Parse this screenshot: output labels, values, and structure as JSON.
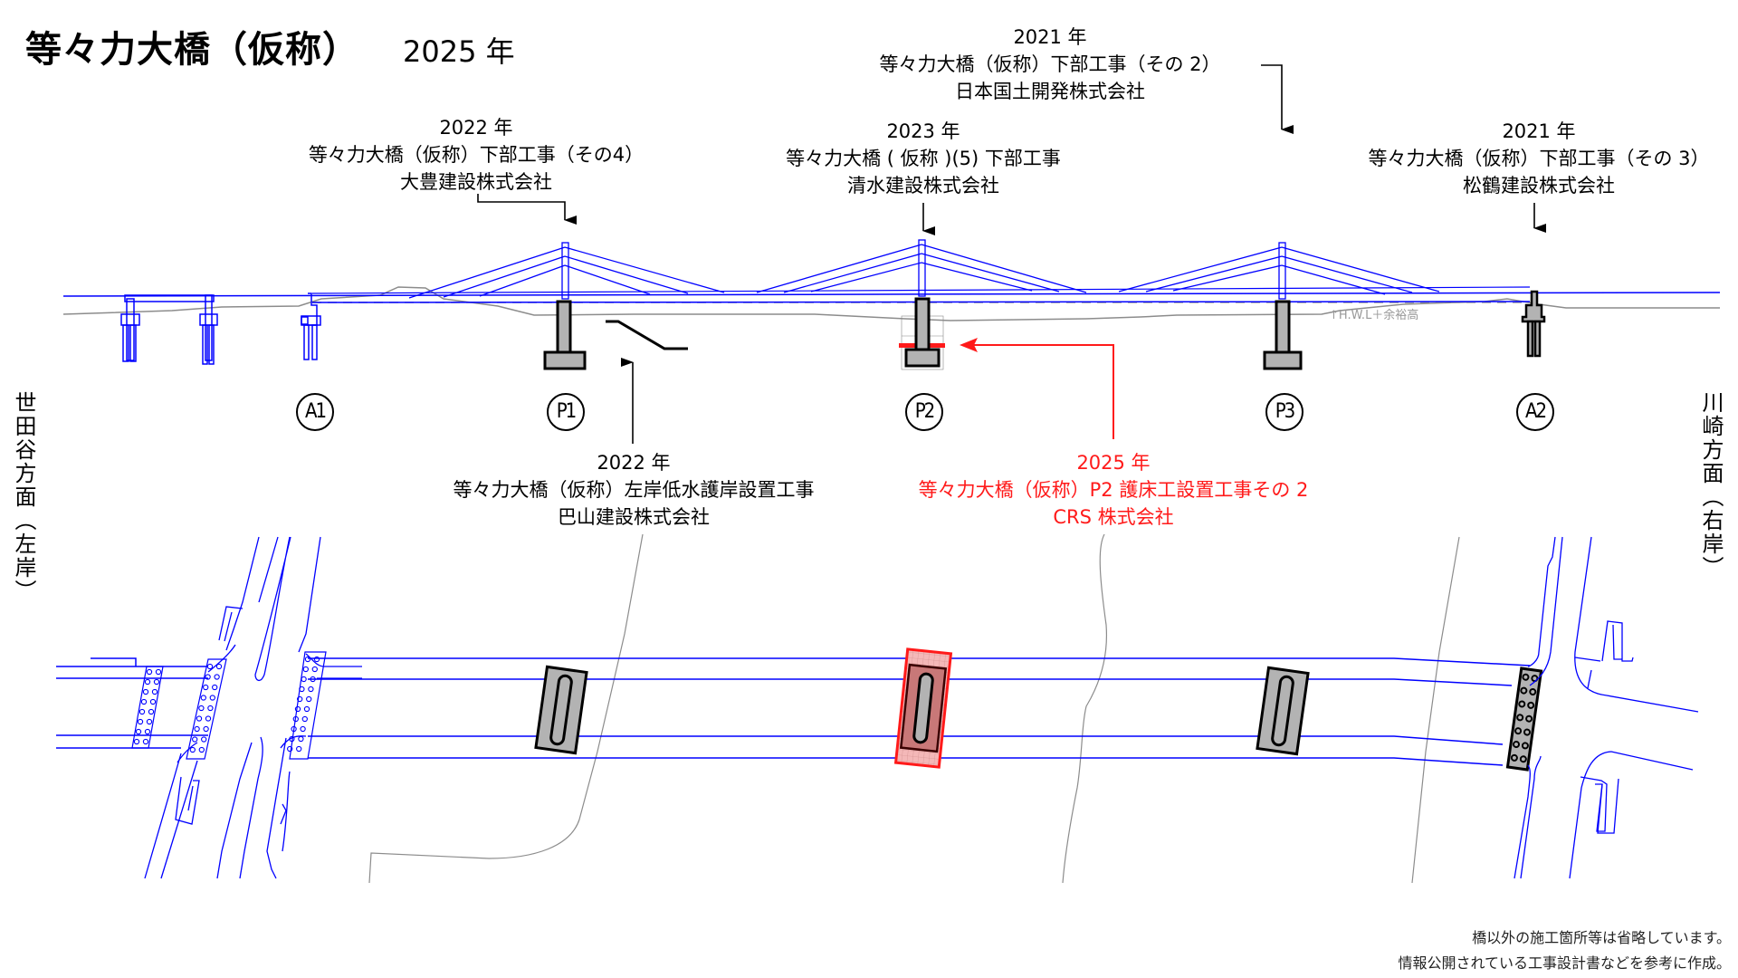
{
  "header": {
    "title": "等々力大橋（仮称）",
    "year": "2025 年"
  },
  "colors": {
    "structure_blue": "#0000ff",
    "highlight_red": "#ff1a1a",
    "pier_fill": "#b3b3b3",
    "ground_gray": "#8c8c8c"
  },
  "side_labels": {
    "left": "世田谷方面（左岸）",
    "right": "川崎方面（右岸）"
  },
  "piers": [
    {
      "id": "A1",
      "label": "A1"
    },
    {
      "id": "P1",
      "label": "P1"
    },
    {
      "id": "P2",
      "label": "P2"
    },
    {
      "id": "P3",
      "label": "P3"
    },
    {
      "id": "A2",
      "label": "A2"
    }
  ],
  "projects": [
    {
      "year": "2022 年",
      "name": "等々力大橋（仮称）下部工事（その4）",
      "company": "大豊建設株式会社",
      "target": "P1",
      "highlight": false
    },
    {
      "year": "2021 年",
      "name": "等々力大橋（仮称）下部工事（その 2）",
      "company": "日本国土開発株式会社",
      "target": "P3",
      "highlight": false
    },
    {
      "year": "2023 年",
      "name": "等々力大橋 ( 仮称 )(5) 下部工事",
      "company": "清水建設株式会社",
      "target": "P2",
      "highlight": false
    },
    {
      "year": "2021 年",
      "name": "等々力大橋（仮称）下部工事（その 3）",
      "company": "松鶴建設株式会社",
      "target": "A2",
      "highlight": false
    },
    {
      "year": "2022 年",
      "name": "等々力大橋（仮称）左岸低水護岸設置工事",
      "company": "巴山建設株式会社",
      "target": "left-bank-revetment",
      "highlight": false
    },
    {
      "year": "2025 年",
      "name": "等々力大橋（仮称）P2 護床工設置工事その 2",
      "company": "CRS 株式会社",
      "target": "P2",
      "highlight": true
    }
  ],
  "annotations": {
    "hwl": "↑H.W.L＋余裕高"
  },
  "footnotes": [
    "橋以外の施工箇所等は省略しています。",
    "情報公開されている工事設計書などを参考に作成。"
  ]
}
